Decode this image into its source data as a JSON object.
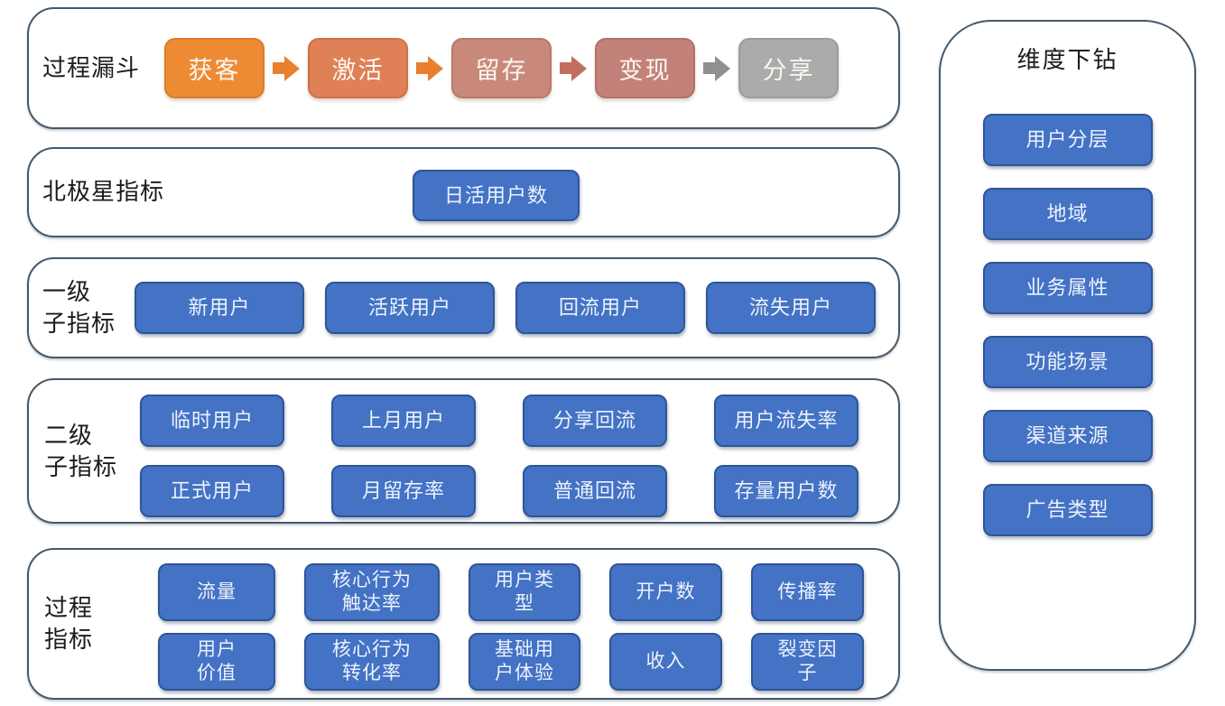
{
  "colors": {
    "box_fill": "#4472C4",
    "box_border": "#2F5597",
    "box_text": "#ECF3FD",
    "container_border": "#44596A",
    "label_text": "#1B1B1B"
  },
  "funnel_section": {
    "label": "过程漏斗",
    "stages": [
      {
        "label": "获客",
        "fill": "#EC8B33",
        "border": "#DE7C26",
        "arrow_after": "#E8802F"
      },
      {
        "label": "激活",
        "fill": "#DF8057",
        "border": "#D07048",
        "arrow_after": "#E8802F"
      },
      {
        "label": "留存",
        "fill": "#C9897A",
        "border": "#BB7868",
        "arrow_after": "#C1705F"
      },
      {
        "label": "变现",
        "fill": "#C28179",
        "border": "#B3706A",
        "arrow_after": "#8F9090"
      },
      {
        "label": "分享",
        "fill": "#ABABAB",
        "border": "#9C9C9C",
        "arrow_after": null
      }
    ]
  },
  "north_star_section": {
    "label": "北极星指标",
    "metric": "日活用户数"
  },
  "level1_section": {
    "label": "一级\n子指标",
    "items": [
      "新用户",
      "活跃用户",
      "回流用户",
      "流失用户"
    ]
  },
  "level2_section": {
    "label": "二级\n子指标",
    "rows": [
      [
        "临时用户",
        "上月用户",
        "分享回流",
        "用户流失率"
      ],
      [
        "正式用户",
        "月留存率",
        "普通回流",
        "存量用户数"
      ]
    ]
  },
  "process_section": {
    "label": "过程\n指标",
    "rows": [
      [
        "流量",
        "核心行为\n触达率",
        "用户类\n型",
        "开户数",
        "传播率"
      ],
      [
        "用户\n价值",
        "核心行为\n转化率",
        "基础用\n户体验",
        "收入",
        "裂变因\n子"
      ]
    ]
  },
  "drilldown_section": {
    "title": "维度下钻",
    "items": [
      "用户分层",
      "地域",
      "业务属性",
      "功能场景",
      "渠道来源",
      "广告类型"
    ]
  }
}
